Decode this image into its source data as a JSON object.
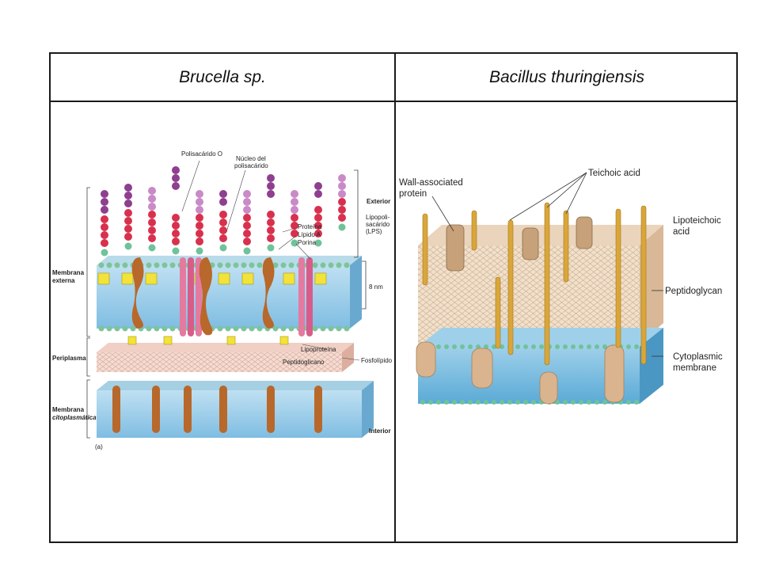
{
  "table": {
    "left_header": "Brucella sp.",
    "right_header": "Bacillus thuringiensis"
  },
  "left_figure": {
    "labels": {
      "polisacarido_o": "Polisacárido O",
      "nucleo": "Núcleo del",
      "nucleo2": "polisacárido",
      "exterior": "Exterior",
      "lps1": "Lipopoli-",
      "lps2": "sacárido",
      "lps3": "(LPS)",
      "proteina": "Proteína",
      "lipido_a": "Lípido A",
      "porina": "Porina",
      "membrana_externa1": "Membrana",
      "membrana_externa2": "externa",
      "nm": "8 nm",
      "periplasma": "Periplasma",
      "lipoproteina": "Lipoproteína",
      "peptidoglicano": "Peptidoglicano",
      "fosfolipido": "Fosfolípido",
      "membrana_cito1": "Membrana",
      "membrana_cito2": "citoplasmática",
      "interior": "Interior",
      "panel": "(a)"
    }
  },
  "right_figure": {
    "labels": {
      "wall_protein1": "Wall-associated",
      "wall_protein2": "protein",
      "teichoic": "Teichoic acid",
      "lipoteichoic1": "Lipoteichoic",
      "lipoteichoic2": "acid",
      "peptidoglycan": "Peptidoglycan",
      "cyto1": "Cytoplasmic",
      "cyto2": "membrane"
    }
  },
  "colors": {
    "border": "#1a1a1a",
    "membrane_blue": "#8fc8e8",
    "lipid_green": "#7cc49a",
    "lps_purple": "#8e3f8f",
    "lps_red": "#d8314e",
    "porin_pink": "#e57aa0",
    "protein_brown": "#b8682a",
    "peptidoglycan_tan": "#e9d2b8",
    "teichoic_gold": "#d9a63a"
  }
}
